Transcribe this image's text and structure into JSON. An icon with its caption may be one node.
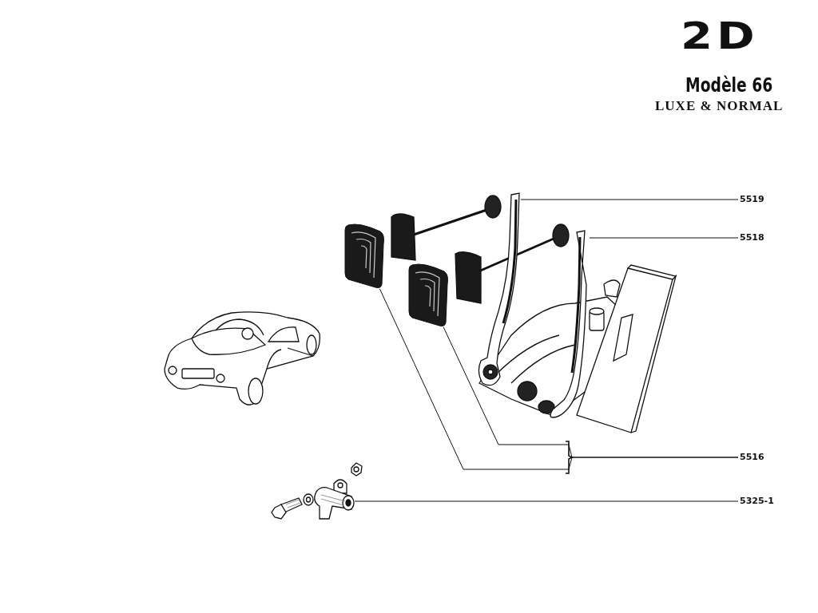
{
  "diagram": {
    "title": "2D",
    "nodes": [
      {
        "text": [
          "5519"
        ]
      },
      {
        "text": [
          "5518"
        ]
      },
      {
        "text": [
          "5516"
        ]
      },
      {
        "text": [
          "5325-1"
        ]
      },
      {
        "text": [],
        "shape": "picture"
      },
      {
        "text": [],
        "shape": "picture"
      },
      {
        "text": [],
        "shape": "picture"
      },
      {
        "text": [],
        "shape": "picture"
      },
      {
        "text": [],
        "shape": "picture"
      }
    ],
    "edges": [
      {
        "from": 0,
        "to": 4,
        "arrow": "none"
      },
      {
        "from": 1,
        "to": 5,
        "arrow": "none"
      },
      {
        "from": 2,
        "to": 6,
        "arrow": "none"
      },
      {
        "from": 2,
        "to": 7,
        "arrow": "none"
      },
      {
        "from": 3,
        "to": 8,
        "arrow": "none"
      }
    ],
    "labels": [
      "Modèle 66",
      "LUXE & NORMAL"
    ]
  }
}
